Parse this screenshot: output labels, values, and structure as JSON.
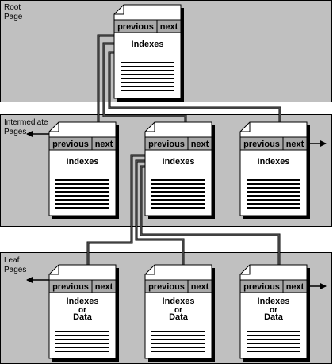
{
  "levels": [
    {
      "id": "root",
      "label_lines": [
        "Root",
        "Page"
      ]
    },
    {
      "id": "intermediate",
      "label_lines": [
        "Intermediate",
        "Pages"
      ]
    },
    {
      "id": "leaf",
      "label_lines": [
        "Leaf",
        "Pages"
      ]
    }
  ],
  "pages": {
    "root": {
      "header_prev": "previous",
      "header_next": "next",
      "content_lines": [
        "Indexes"
      ]
    },
    "intermediate": [
      {
        "header_prev": "previous",
        "header_next": "next",
        "content_lines": [
          "Indexes"
        ]
      },
      {
        "header_prev": "previous",
        "header_next": "next",
        "content_lines": [
          "Indexes"
        ]
      },
      {
        "header_prev": "previous",
        "header_next": "next",
        "content_lines": [
          "Indexes"
        ]
      }
    ],
    "leaf": [
      {
        "header_prev": "previous",
        "header_next": "next",
        "content_lines": [
          "Indexes",
          "or",
          "Data"
        ]
      },
      {
        "header_prev": "previous",
        "header_next": "next",
        "content_lines": [
          "Indexes",
          "or",
          "Data"
        ]
      },
      {
        "header_prev": "previous",
        "header_next": "next",
        "content_lines": [
          "Indexes",
          "or",
          "Data"
        ]
      }
    ]
  },
  "colors": {
    "band": "#c0c0c0",
    "header": "#a8a8a8",
    "page": "#ffffff",
    "line": "#000000",
    "connector": "#555555"
  }
}
